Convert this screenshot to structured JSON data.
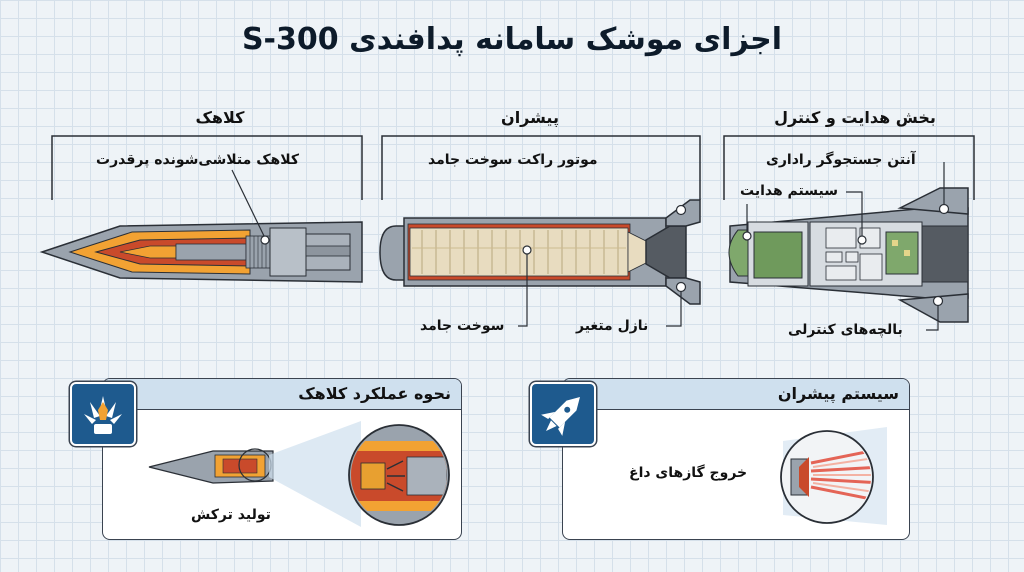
{
  "title": "اجزای موشک سامانه پدافندی S-300",
  "sections": {
    "warhead": "کلاهک",
    "propulsion": "پیشران",
    "guidance": "بخش هدایت و کنترل"
  },
  "labels": {
    "warhead_component": "کلاهک متلاشی‌شونده پرقدرت",
    "rocket_motor": "موتور راکت سوخت جامد",
    "radar_antenna": "آنتن جستجوگر راداری",
    "guidance_system": "سیستم هدایت",
    "solid_fuel": "سوخت جامد",
    "variable_nozzle": "نازل متغیر",
    "control_fins": "بالچه‌های کنترلی"
  },
  "panels": {
    "warhead_op": {
      "title": "نحوه عملکرد کلاهک",
      "label": "تولید ترکش",
      "icon": "explosion-icon"
    },
    "propulsion_sys": {
      "title": "سیستم پیشران",
      "label": "خروج گازهای داغ",
      "icon": "rocket-icon"
    }
  },
  "colors": {
    "badge": "#1e5a8e",
    "panel_header": "#cfe0ee",
    "warhead_orange": "#f2a233",
    "warhead_red": "#c94a2b",
    "fuel": "#e8dcc0",
    "body_gray": "#9aa3ad",
    "circuit_green": "#7fa86c"
  }
}
